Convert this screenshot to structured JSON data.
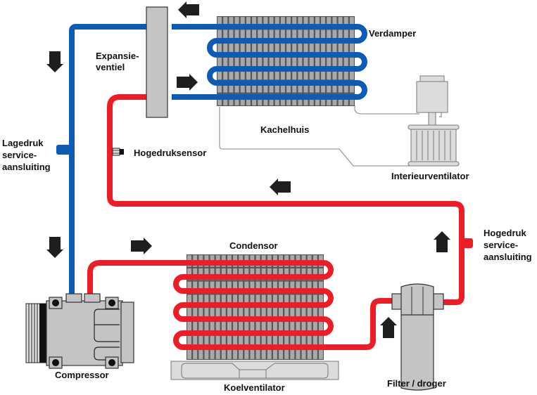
{
  "diagram": {
    "title": "Airconditioning koelcircuit",
    "colors": {
      "low_pressure": "#0d5bb5",
      "high_pressure": "#ee1c25",
      "component_gray": "#c4c4c6",
      "arrow": "#1e1e1e"
    },
    "labels": {
      "verdamper": "Verdamper",
      "expansieventiel_1": "Expansie-",
      "expansieventiel_2": "ventiel",
      "kachelhuis": "Kachelhuis",
      "hogedruksensor": "Hogedruksensor",
      "interieurventilator": "Interieurventilator",
      "lagedruk_1": "Lagedruk",
      "lagedruk_2": "service-",
      "lagedruk_3": "aansluiting",
      "hogedruk_1": "Hogedruk",
      "hogedruk_2": "service-",
      "hogedruk_3": "aansluiting",
      "condensor": "Condensor",
      "compressor": "Compressor",
      "koelventilator": "Koelventilator",
      "filter_droger": "Filter / droger"
    },
    "flow_arrows": [
      {
        "name": "arrow-evap-out",
        "direction": "left"
      },
      {
        "name": "arrow-evap-in",
        "direction": "right"
      },
      {
        "name": "arrow-suction-top",
        "direction": "down"
      },
      {
        "name": "arrow-suction-bottom",
        "direction": "down"
      },
      {
        "name": "arrow-discharge",
        "direction": "right"
      },
      {
        "name": "arrow-liquid-line",
        "direction": "left"
      },
      {
        "name": "arrow-hp-riser",
        "direction": "up"
      },
      {
        "name": "arrow-filter-in",
        "direction": "up"
      }
    ]
  }
}
